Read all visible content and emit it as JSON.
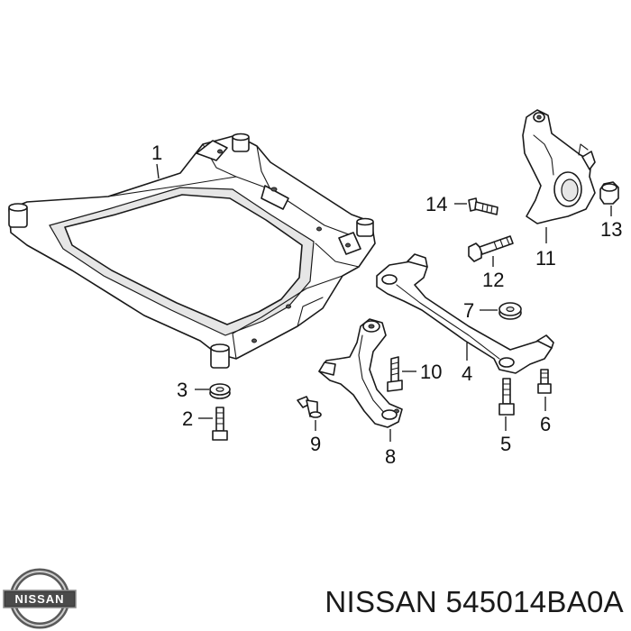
{
  "callouts": {
    "c1": "1",
    "c2": "2",
    "c3": "3",
    "c4": "4",
    "c5": "5",
    "c6": "6",
    "c7": "7",
    "c8": "8",
    "c9": "9",
    "c10": "10",
    "c11": "11",
    "c12": "12",
    "c13": "13",
    "c14": "14"
  },
  "logo": {
    "text": "NISSAN"
  },
  "caption": {
    "brand": "NISSAN",
    "part_number": "545014BA0A"
  }
}
